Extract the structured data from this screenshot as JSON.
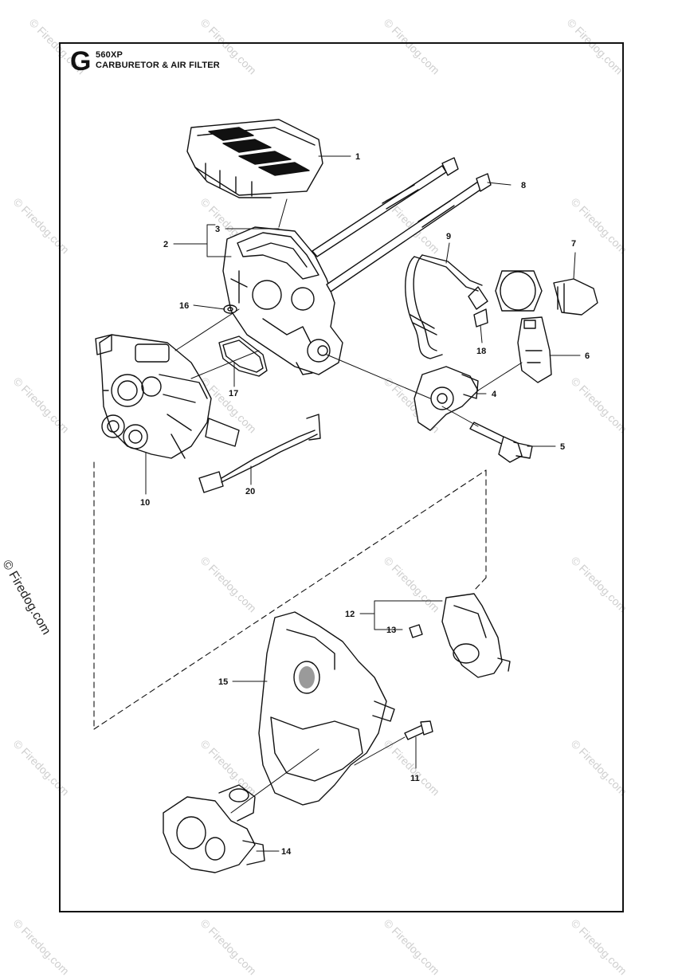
{
  "header": {
    "section_letter": "G",
    "model": "560XP",
    "title": "CARBURETOR & AIR FILTER"
  },
  "watermark": {
    "text": "© Firedog.com",
    "side_text": "© Firedog.com"
  },
  "callouts": [
    "1",
    "2",
    "3",
    "4",
    "5",
    "6",
    "7",
    "8",
    "9",
    "10",
    "11",
    "12",
    "13",
    "14",
    "15",
    "16",
    "17",
    "18",
    "20"
  ],
  "colors": {
    "line": "#111111",
    "shade": "#9a9a9a",
    "watermark": "#cfcfcf"
  }
}
